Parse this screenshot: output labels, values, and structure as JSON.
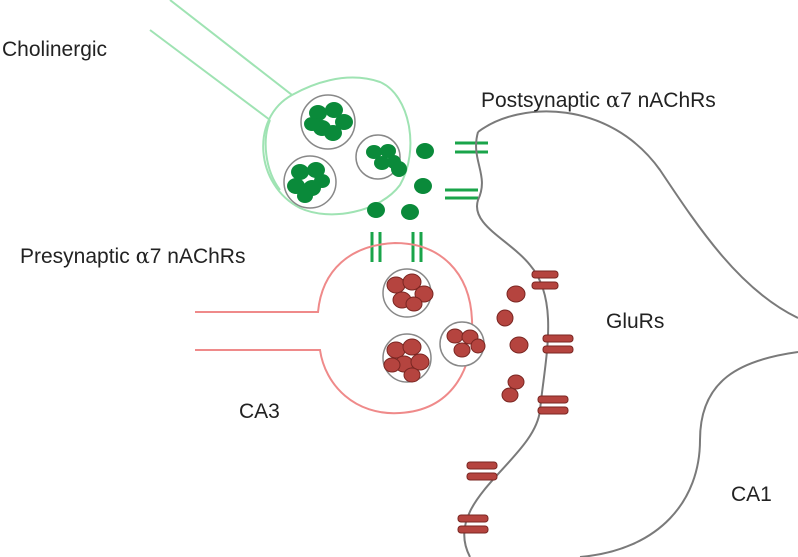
{
  "labels": {
    "cholinergic": "Cholinergic",
    "postsynaptic_pre": "Postsynaptic ",
    "postsynaptic_greek": "α",
    "postsynaptic_post": "7 nAChRs",
    "presynaptic_pre": "Presynaptic ",
    "presynaptic_greek": "α",
    "presynaptic_post": "7 nAChRs",
    "glurs": "GluRs",
    "ca3": "CA3",
    "ca1": "CA1"
  },
  "colors": {
    "cholinergic": "#2fbf5a",
    "cholinergic_outline": "#8fe0a6",
    "vesicle_green": "#0a8a3a",
    "receptor_green": "#1aa44a",
    "ca3": "#ef8a8a",
    "glutamate": "#b5443f",
    "glutamate_edge": "#7a2622",
    "ca1": "#7a7a7a"
  }
}
